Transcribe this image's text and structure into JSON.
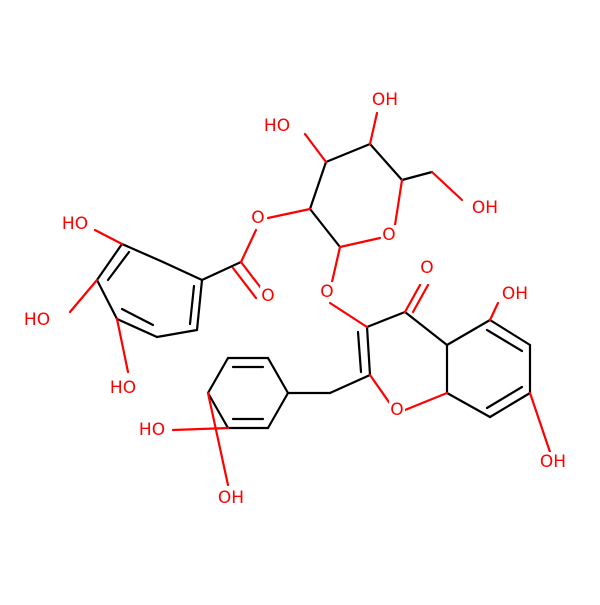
{
  "colors": {
    "background": "#ffffff",
    "bond": "#000000",
    "oxygen": "#ff0000"
  },
  "labels": {
    "oh_sugar_c4": "HO",
    "oh_sugar_c5": "OH",
    "oh_ch2": "OH",
    "o_ester": "O",
    "o_ring": "O",
    "o_glycosidic": "O",
    "o_ketone": "O",
    "o_carbonyl": "O",
    "o_pyran": "O",
    "oh_gallo_3": "HO",
    "oh_gallo_4": "HO",
    "oh_gallo_5": "HO",
    "oh_chromone_5": "OH",
    "oh_chromone_7": "OH",
    "oh_catechol_4": "HO",
    "oh_catechol_3": "OH"
  }
}
